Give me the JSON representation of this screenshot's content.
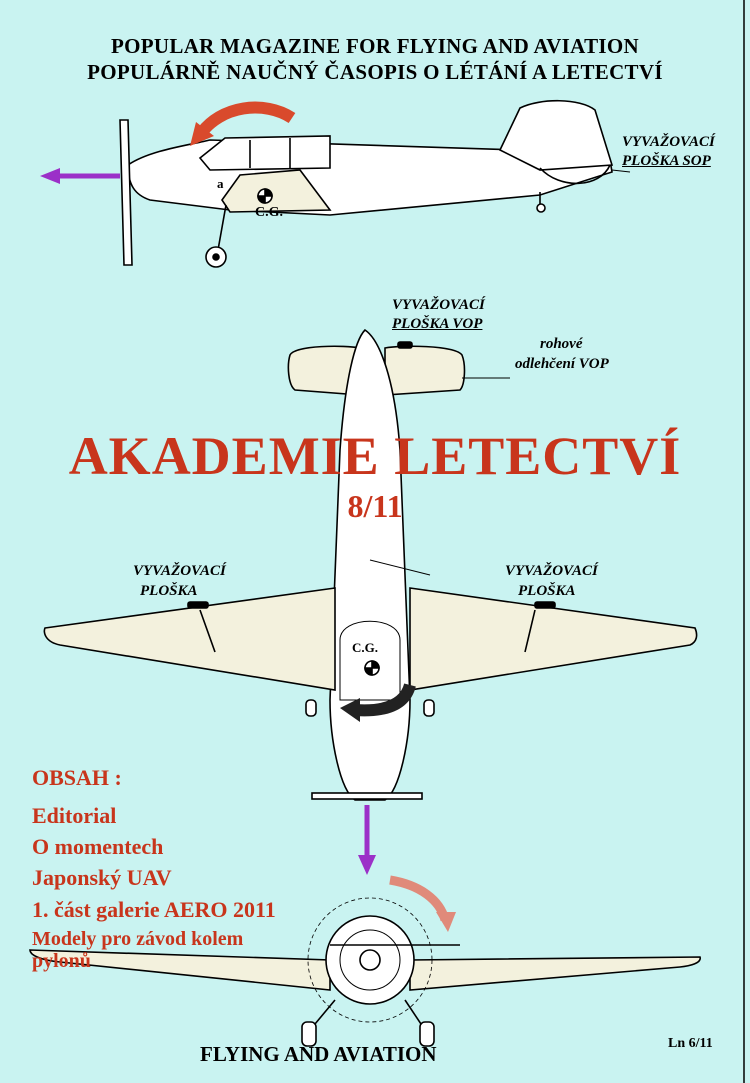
{
  "header": {
    "line1": "POPULAR MAGAZINE FOR FLYING AND AVIATION",
    "line2": "POPULÁRNĚ NAUČNÝ ČASOPIS O LÉTÁNÍ A LETECTVÍ"
  },
  "labels": {
    "sop_1": "VYVAŽOVACÍ",
    "sop_2": "PLOŠKA SOP",
    "vop_1": "VYVAŽOVACÍ",
    "vop_2": "PLOŠKA VOP",
    "corner_1": "rohové",
    "corner_2": "odlehčení VOP",
    "left_tab_1": "VYVAŽOVACÍ",
    "left_tab_2": "PLOŠKA",
    "right_tab_1": "VYVAŽOVACÍ",
    "right_tab_2": "PLOŠKA",
    "cg_side": "C.G.",
    "cg_top": "C.G.",
    "a_label": "a"
  },
  "title": "AKADEMIE LETECTVÍ",
  "issue": "8/11",
  "contents": {
    "heading": "OBSAH :",
    "items": [
      "Editorial",
      "O momentech",
      "Japonský  UAV",
      "1. část galerie AERO 2011"
    ],
    "item5_line1": "Modely pro závod kolem",
    "item5_line2": "pylonů"
  },
  "footer": {
    "brand": "FLYING  AND  AVIATION",
    "code": "Ln 6/11"
  },
  "colors": {
    "background": "#c9f3f1",
    "accent_red": "#c8351c",
    "wing_cream": "#f3f1dd",
    "arrow_purple": "#9b30c8"
  }
}
